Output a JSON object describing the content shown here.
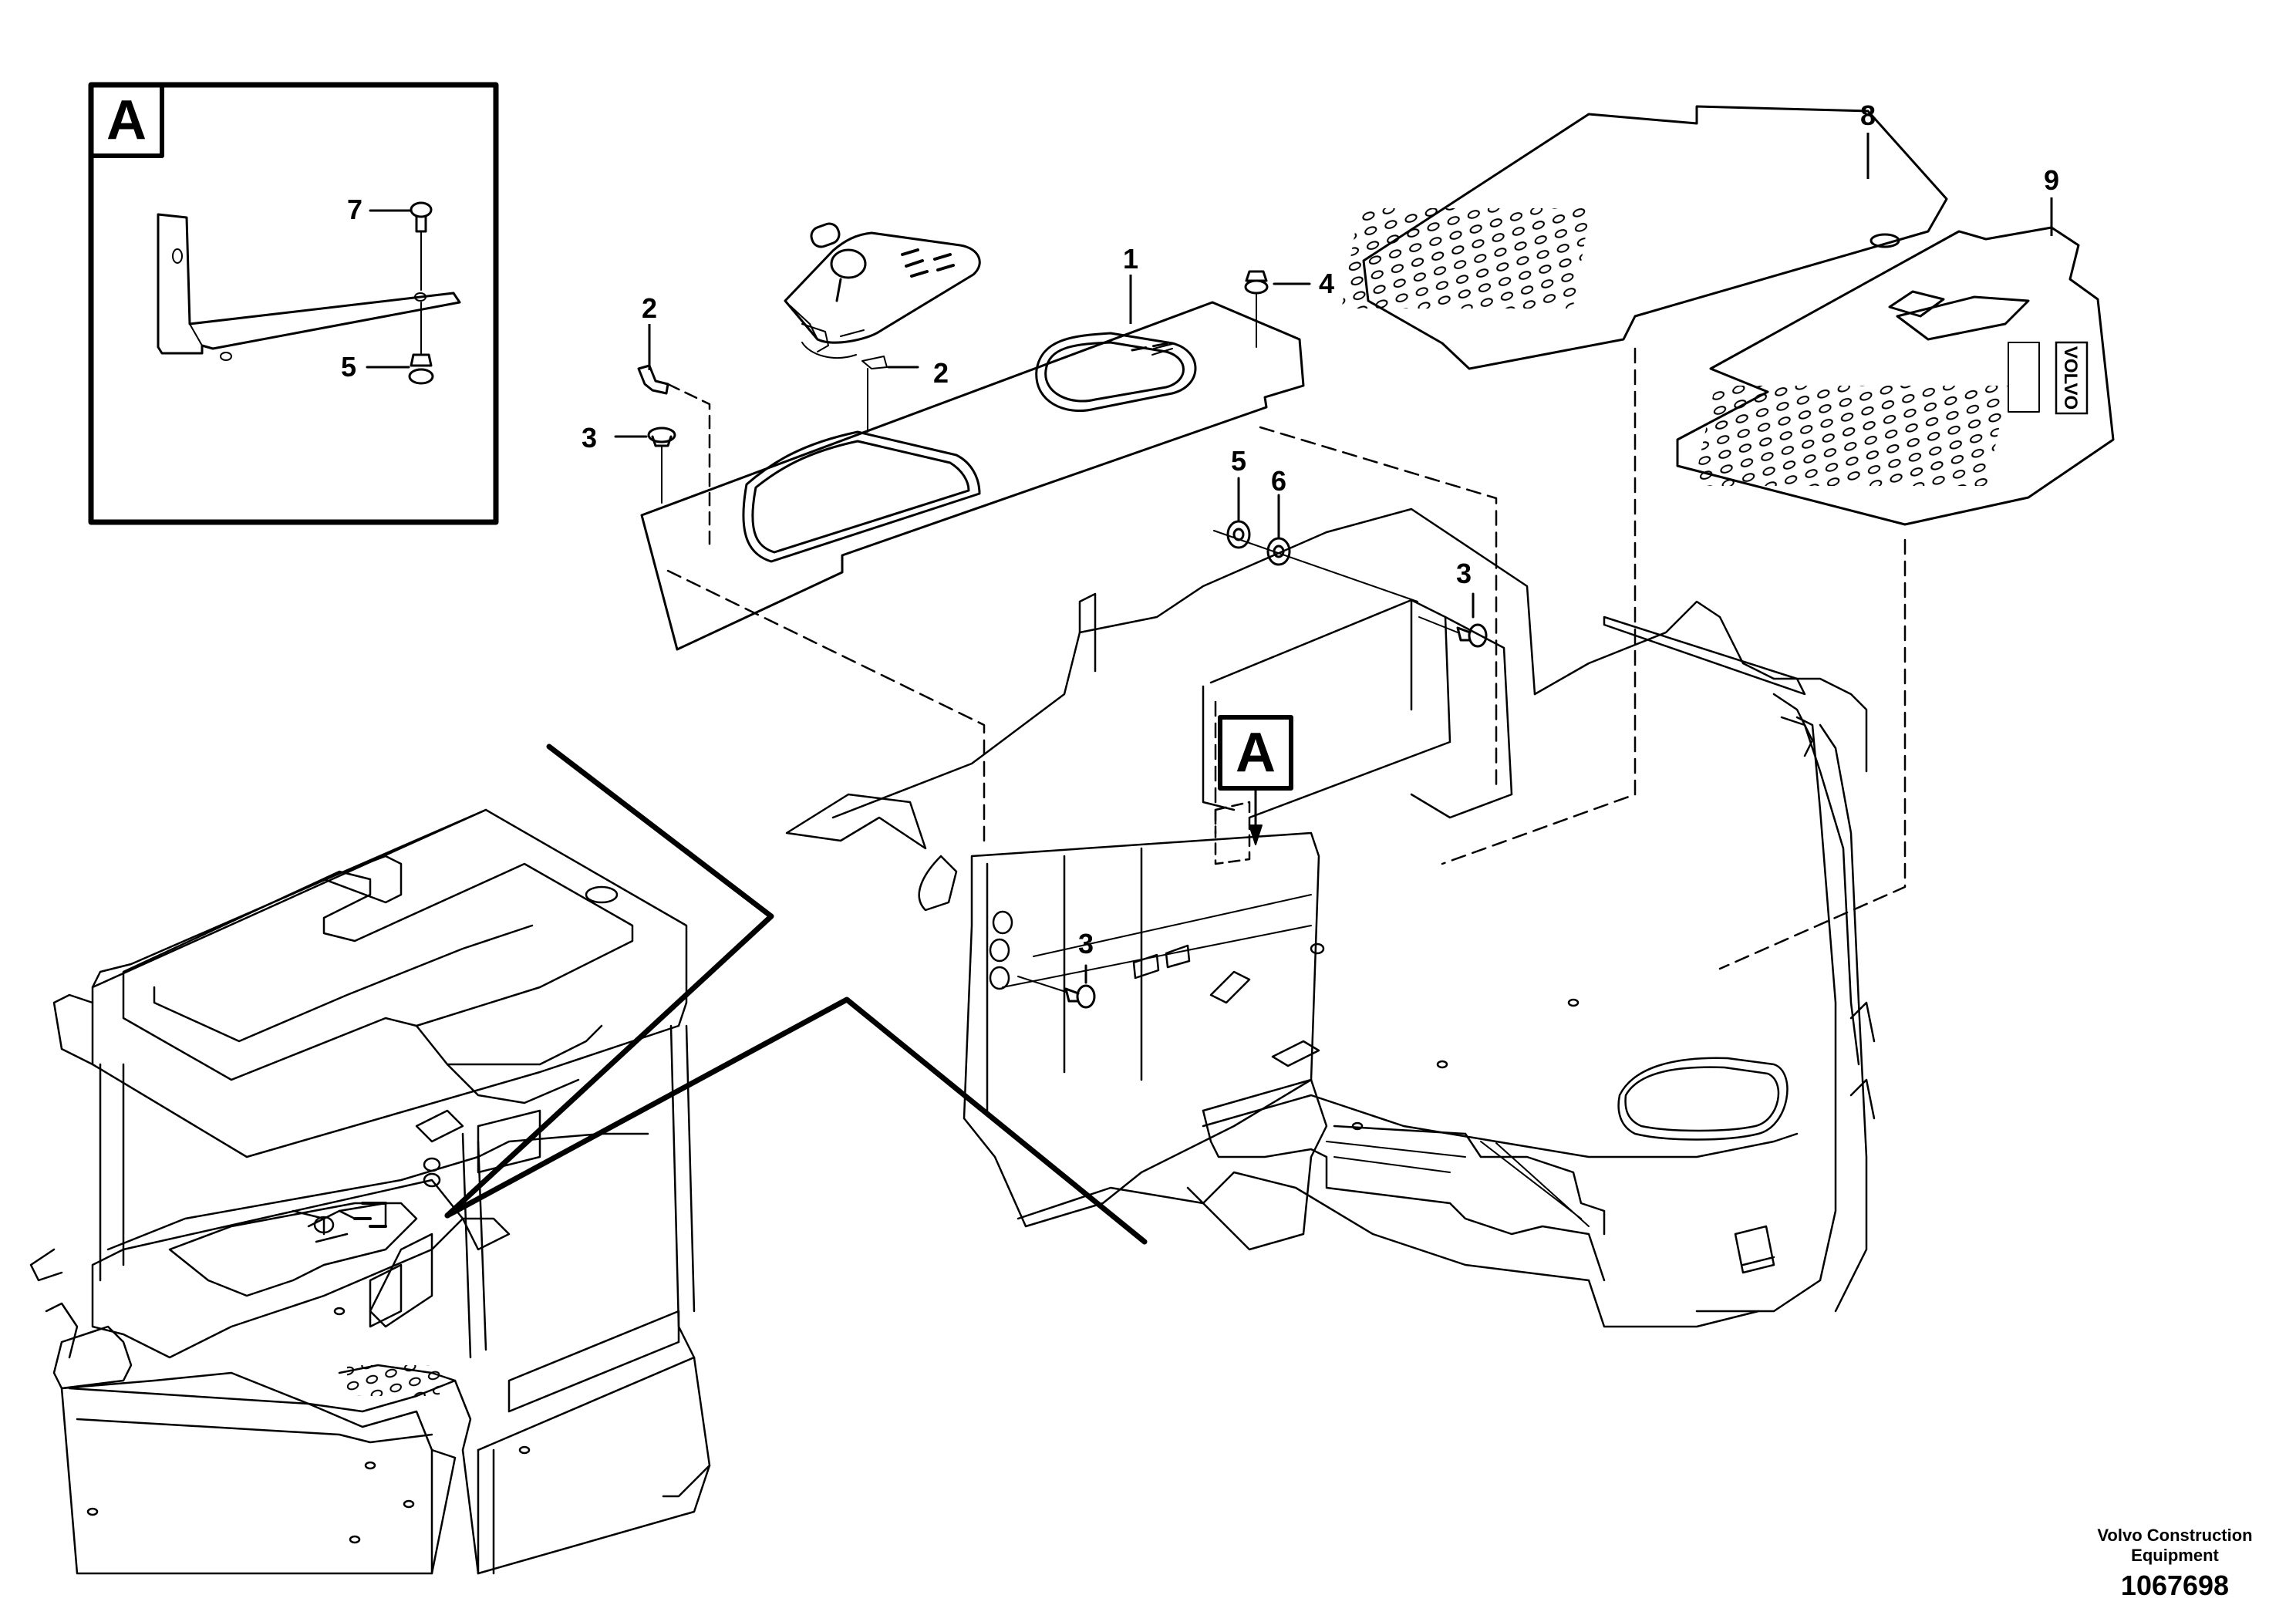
{
  "detail": {
    "tag": "A"
  },
  "callouts": {
    "c1": "1",
    "c2a": "2",
    "c2b": "2",
    "c3a": "3",
    "c3b": "3",
    "c3c": "3",
    "c4": "4",
    "c5a": "5",
    "c5b": "5",
    "c6": "6",
    "c7": "7",
    "c8": "8",
    "c9": "9"
  },
  "brand_mark": "VOLVO",
  "footer": {
    "line1": "Volvo Construction",
    "line2": "Equipment",
    "drawing_number": "1067698"
  }
}
